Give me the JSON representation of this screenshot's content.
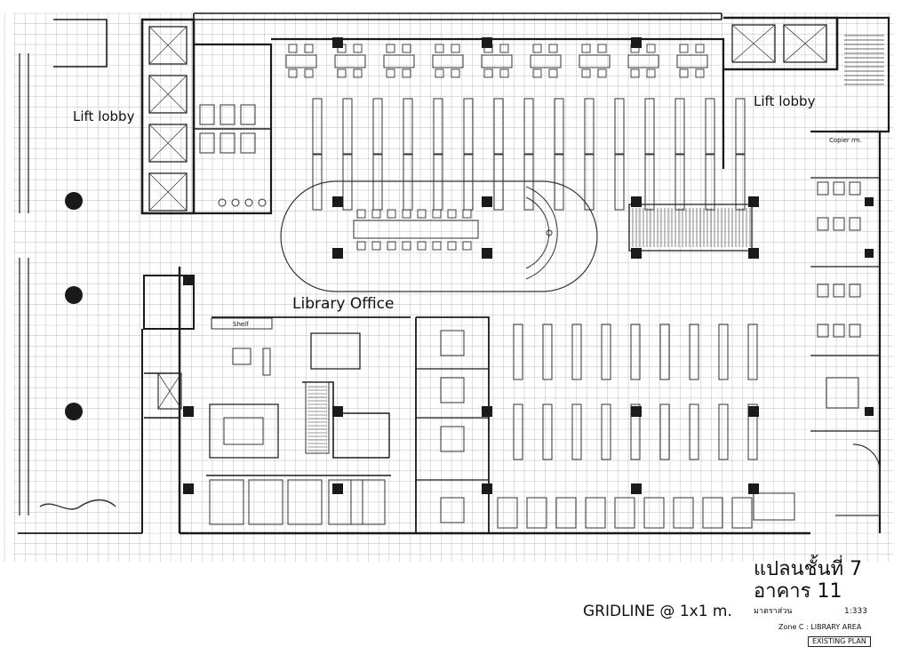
{
  "plan": {
    "labels": {
      "lift_lobby_left": "Lift lobby",
      "lift_lobby_right": "Lift lobby",
      "library_office": "Library Office",
      "copier_room": "Copier rm.",
      "shelf": "Shelf"
    },
    "title_block": {
      "title_line1": "แปลนชั้นที่ 7",
      "title_line2": "อาคาร 11",
      "gridline": "GRIDLINE @ 1x1 m.",
      "scale_label": "มาตราส่วน",
      "scale_value": "1:333",
      "zone": "Zone C : LIBRARY AREA",
      "status": "EXISTING PLAN"
    },
    "colors": {
      "grid": "#c8c8c8",
      "wall": "#1a1a1a",
      "furniture": "#333333"
    }
  }
}
